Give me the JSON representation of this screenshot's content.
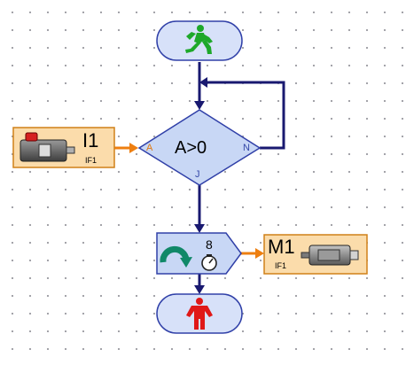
{
  "colors": {
    "start_stop_fill": "#d7e1f9",
    "branch_fill": "#c8d7f5",
    "input_fill": "#fbdcab",
    "motor_fill": "#fbdcab",
    "flow_line": "#191970",
    "data_line": "#ee7f10",
    "green_figure": "#1ea82a",
    "red_figure": "#e01818",
    "rotate_arrow": "#108868"
  },
  "diagram": {
    "start": {
      "icon": "green-walking-figure-icon"
    },
    "branch": {
      "condition": "A>0",
      "input_port": "A",
      "no_port": "N",
      "yes_port": "J"
    },
    "input": {
      "id": "I1",
      "interface": "IF1",
      "icon": "push-switch-icon"
    },
    "motor_block": {
      "icon": "rotate-right-arrow-icon",
      "count": "8",
      "timer_icon": "stopwatch-icon"
    },
    "motor": {
      "id": "M1",
      "interface": "IF1",
      "icon": "motor-icon"
    },
    "stop": {
      "icon": "red-standing-figure-icon"
    }
  }
}
